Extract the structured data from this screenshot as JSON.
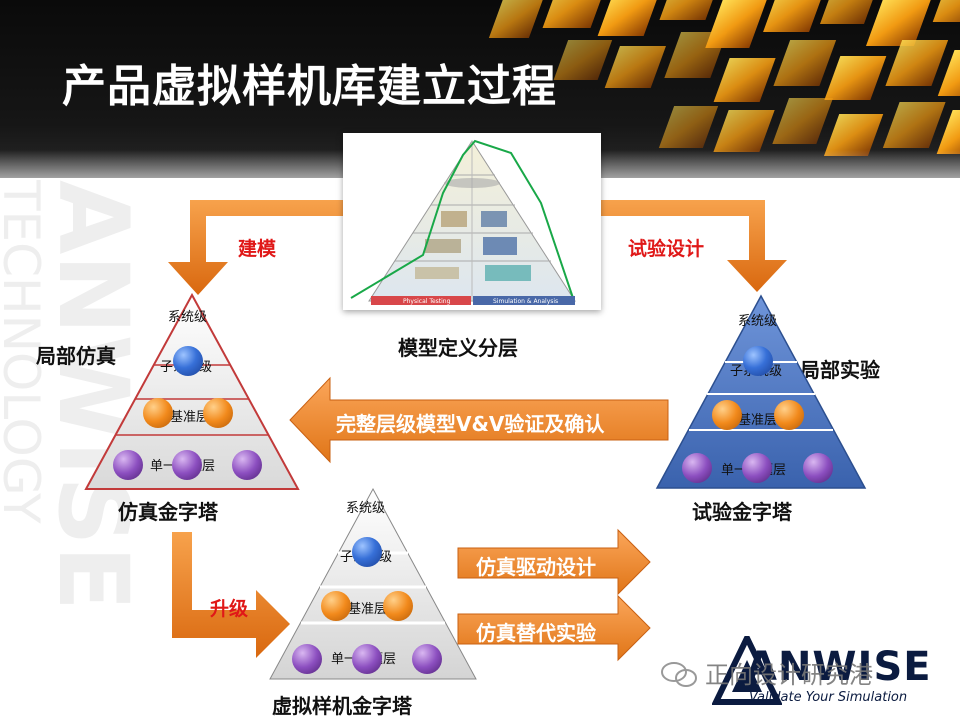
{
  "title": "产品虚拟样机库建立过程",
  "watermark": {
    "big": "ANWISE",
    "small": "TECHNOLOGY"
  },
  "labels": {
    "modeling": "建模",
    "test_design": "试验设计",
    "model_layers": "模型定义分层",
    "local_sim": "局部仿真",
    "local_test": "局部实验",
    "sim_pyramid": "仿真金字塔",
    "test_pyramid": "试验金字塔",
    "upgrade": "升级",
    "virtual_pyramid": "虚拟样机金字塔"
  },
  "arrows": {
    "vv": "完整层级模型V&V验证及确认",
    "drive": "仿真驱动设计",
    "replace": "仿真替代实验"
  },
  "pyramid_levels": {
    "system": "系统级",
    "subsystem": "子系统级",
    "base": "基准层",
    "unit": "单一问题层"
  },
  "model_card": {
    "footer_left": "Physical Testing",
    "footer_right": "Simulation & Analysis"
  },
  "logo": {
    "name": "ANWISE",
    "slogan": "Validate Your Simulation",
    "wechat": "正向设计研究港"
  },
  "colors": {
    "orange": "#f08a24",
    "blue": "#4874c2",
    "red": "#e01818",
    "purple": "#8c4fc0"
  }
}
